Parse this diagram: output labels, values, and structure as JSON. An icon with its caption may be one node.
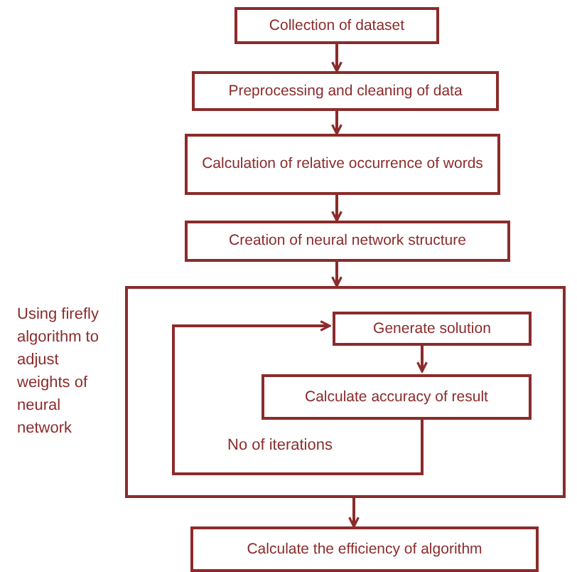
{
  "diagram": {
    "nodes": [
      {
        "text": [
          "Collection of dataset"
        ]
      },
      {
        "text": [
          "Preprocessing and cleaning of data"
        ]
      },
      {
        "text": [
          "Calculation of relative occurrence of words"
        ]
      },
      {
        "text": [
          "Creation of neural network structure"
        ]
      },
      {
        "text": [],
        "shape": "box",
        "beside": [
          "Using firefly algorithm to adjust weights of neural network"
        ]
      },
      {
        "text": [
          "Generate solution"
        ],
        "in": 4
      },
      {
        "text": [
          "Calculate accuracy of result"
        ],
        "in": 4
      },
      {
        "text": [
          "Calculate the efficiency of algorithm"
        ]
      }
    ],
    "edges": [
      {
        "from": 0,
        "to": 1,
        "arrow": "to"
      },
      {
        "from": 1,
        "to": 2,
        "arrow": "to"
      },
      {
        "from": 2,
        "to": 3,
        "arrow": "to"
      },
      {
        "from": 3,
        "to": 4,
        "arrow": "to"
      },
      {
        "from": 5,
        "to": 6,
        "arrow": "to"
      },
      {
        "from": 6,
        "to": 5,
        "arrow": "to",
        "label": "No of iterations"
      },
      {
        "from": 4,
        "to": 7,
        "arrow": "to"
      }
    ]
  }
}
